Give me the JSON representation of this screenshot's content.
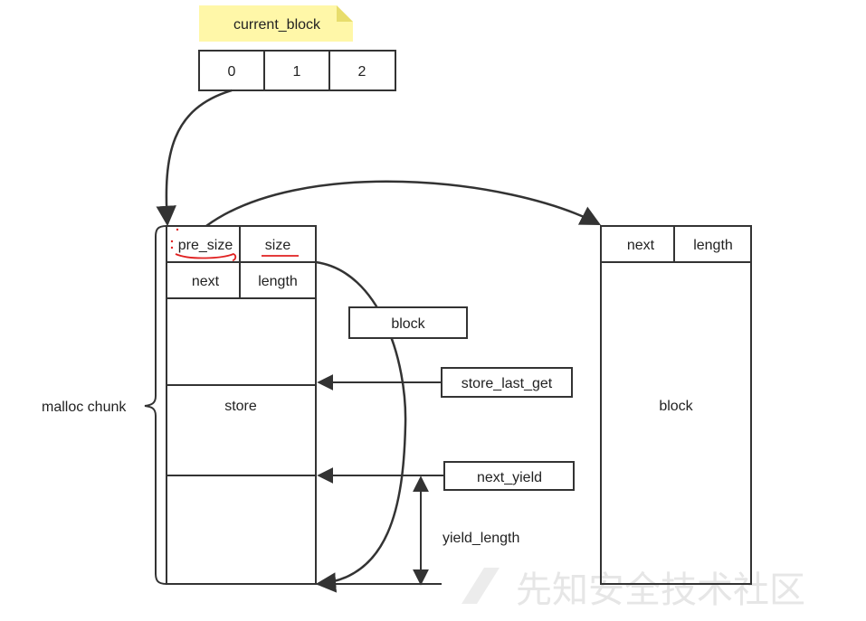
{
  "note": {
    "text": "current_block"
  },
  "array": {
    "cells": [
      "0",
      "1",
      "2"
    ]
  },
  "chunk": {
    "brace_label": "malloc chunk",
    "header_row1": [
      "pre_size",
      "size"
    ],
    "header_row2": [
      "next",
      "length"
    ],
    "store_label": "store"
  },
  "pointers": {
    "block_label": "block",
    "store_last_get": "store_last_get",
    "next_yield": "next_yield",
    "yield_length": "yield_length"
  },
  "right_block": {
    "header": [
      "next",
      "length"
    ],
    "body_label": "block"
  },
  "watermark": {
    "text": "先知安全技术社区"
  },
  "colors": {
    "line": "#333333",
    "note": "#fff7a8",
    "note_fold": "#e8dd6c",
    "annotation": "#e02020"
  }
}
